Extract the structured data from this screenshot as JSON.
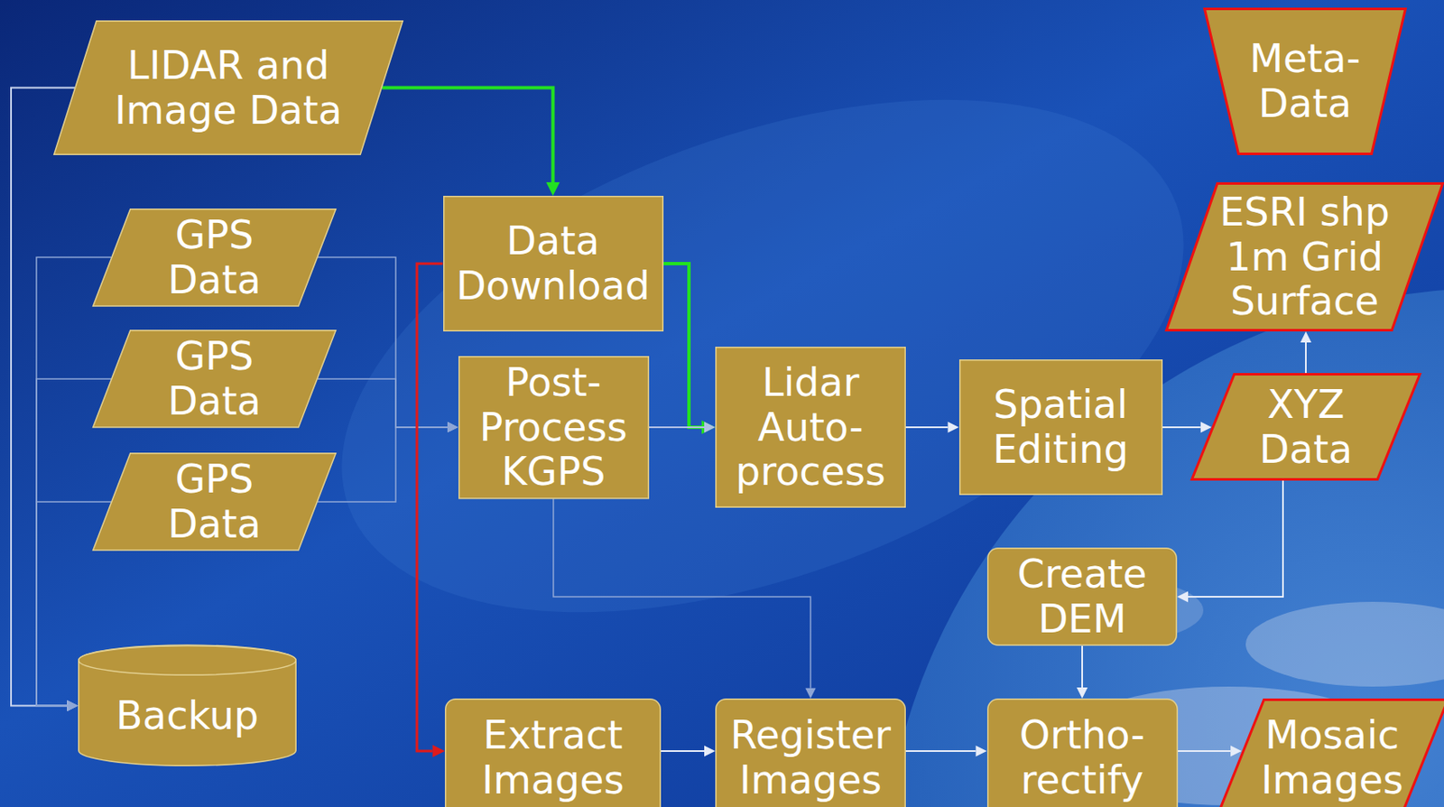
{
  "diagram": {
    "nodes": [
      {
        "text": [
          "LIDAR and Image Data"
        ]
      },
      {
        "text": [
          "GPS Data"
        ]
      },
      {
        "text": [
          "GPS Data"
        ]
      },
      {
        "text": [
          "GPS Data"
        ]
      },
      {
        "text": [
          "Backup"
        ]
      },
      {
        "text": [
          "Data Download"
        ]
      },
      {
        "text": [
          "Post-Process KGPS"
        ]
      },
      {
        "text": [
          "Lidar Auto-process"
        ]
      },
      {
        "text": [
          "Spatial Editing"
        ]
      },
      {
        "text": [
          "XYZ Data"
        ]
      },
      {
        "text": [
          "ESRI shp 1m Grid Surface"
        ]
      },
      {
        "text": [
          "Meta-Data"
        ]
      },
      {
        "text": [
          "Create DEM"
        ]
      },
      {
        "text": [
          "Extract Images"
        ]
      },
      {
        "text": [
          "Register Images"
        ]
      },
      {
        "text": [
          "Ortho-rectify"
        ]
      },
      {
        "text": [
          "Mosaic Images"
        ]
      }
    ],
    "edges": [
      {
        "from": 0,
        "to": 5,
        "arrow": "to"
      },
      {
        "from": 0,
        "to": 4,
        "arrow": "to"
      },
      {
        "from": 1,
        "to": 4,
        "arrow": "to"
      },
      {
        "from": 2,
        "to": 4,
        "arrow": "to"
      },
      {
        "from": 3,
        "to": 4,
        "arrow": "to"
      },
      {
        "from": 1,
        "to": 6,
        "arrow": "to"
      },
      {
        "from": 2,
        "to": 6,
        "arrow": "to"
      },
      {
        "from": 3,
        "to": 6,
        "arrow": "to"
      },
      {
        "from": 5,
        "to": 7,
        "arrow": "to"
      },
      {
        "from": 6,
        "to": 7,
        "arrow": "to"
      },
      {
        "from": 5,
        "to": 13,
        "arrow": "to"
      },
      {
        "from": 6,
        "to": 14,
        "arrow": "to"
      },
      {
        "from": 7,
        "to": 8,
        "arrow": "to"
      },
      {
        "from": 8,
        "to": 9,
        "arrow": "to"
      },
      {
        "from": 9,
        "to": 10,
        "arrow": "to"
      },
      {
        "from": 9,
        "to": 12,
        "arrow": "to"
      },
      {
        "from": 12,
        "to": 15,
        "arrow": "to"
      },
      {
        "from": 13,
        "to": 14,
        "arrow": "to"
      },
      {
        "from": 14,
        "to": 15,
        "arrow": "to"
      },
      {
        "from": 15,
        "to": 16,
        "arrow": "to"
      }
    ]
  }
}
